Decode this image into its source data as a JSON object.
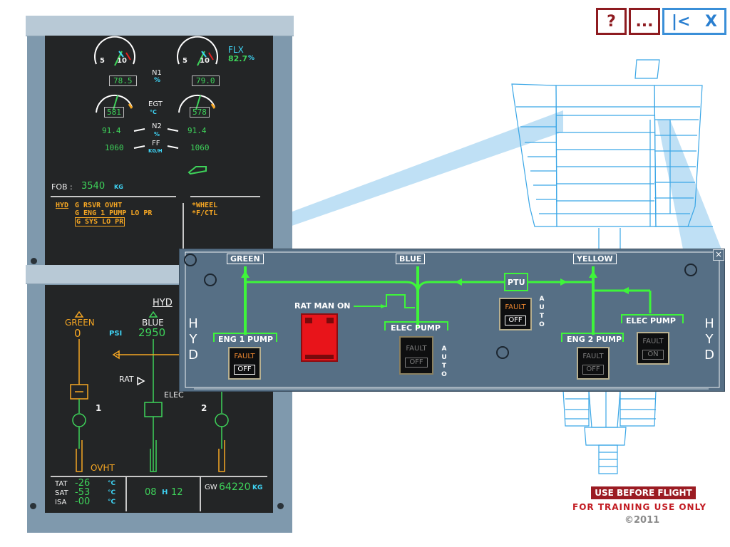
{
  "controls": {
    "help": "?",
    "more": "...",
    "back": "|<",
    "close": "X"
  },
  "ewd": {
    "n1_left": "78.5",
    "n1_right": "79.0",
    "n1_label": "N1",
    "n1_unit": "%",
    "gauge_5": "5",
    "gauge_10": "10",
    "flx_label": "FLX",
    "flx_value": "82.7",
    "flx_unit": "%",
    "egt_left": "581",
    "egt_right": "578",
    "egt_label": "EGT",
    "egt_unit": "°C",
    "n2_left": "91.4",
    "n2_right": "91.4",
    "n2_label": "N2",
    "n2_unit": "%",
    "ff_left": "1060",
    "ff_right": "1060",
    "ff_label": "FF",
    "ff_unit": "KG/H",
    "fob_label": "FOB :",
    "fob_value": "3540",
    "fob_unit": "KG",
    "warn_sys": "HYD",
    "warn_line1": "G RSVR OVHT",
    "warn_line2": "G ENG 1 PUMP LO PR",
    "warn_line3": "G SYS LO PR",
    "memo1": "*WHEEL",
    "memo2": "*F/CTL"
  },
  "sd": {
    "title": "HYD",
    "green": "GREEN",
    "green_val": "0",
    "blue": "BLUE",
    "blue_val": "2950",
    "psi": "PSI",
    "rat": "RAT",
    "elec": "ELEC",
    "eng1": "1",
    "eng2": "2",
    "ovht": "OVHT",
    "tat_label": "TAT",
    "tat_val": "-26",
    "sat_label": "SAT",
    "sat_val": "-53",
    "isa_label": "ISA",
    "isa_val": "-00",
    "temp_unit": "°C",
    "time_h": "08",
    "time_sep": "H",
    "time_m": "12",
    "gw_label": "GW",
    "gw_val": "64220",
    "gw_unit": "KG"
  },
  "panel": {
    "green": "GREEN",
    "blue": "BLUE",
    "yellow": "YELLOW",
    "hyd_left": [
      "H",
      "Y",
      "D"
    ],
    "hyd_right": [
      "H",
      "Y",
      "D"
    ],
    "rat_man_on": "RAT MAN ON",
    "eng1_pump": "ENG 1 PUMP",
    "eng2_pump": "ENG 2 PUMP",
    "elec_pump_blue": "ELEC PUMP",
    "elec_pump_yellow": "ELEC PUMP",
    "ptu": "PTU",
    "fault": "FAULT",
    "off": "OFF",
    "on": "ON",
    "auto": [
      "A",
      "U",
      "T",
      "O"
    ]
  },
  "footer": {
    "use_before_flight": "USE BEFORE FLIGHT",
    "training": "FOR TRAINING USE ONLY",
    "copyright": "©2011"
  },
  "colors": {
    "green": "#3ed35a",
    "amber": "#f5a623",
    "cyan": "#3fd4f5",
    "hyd_line": "#3ef53a"
  }
}
